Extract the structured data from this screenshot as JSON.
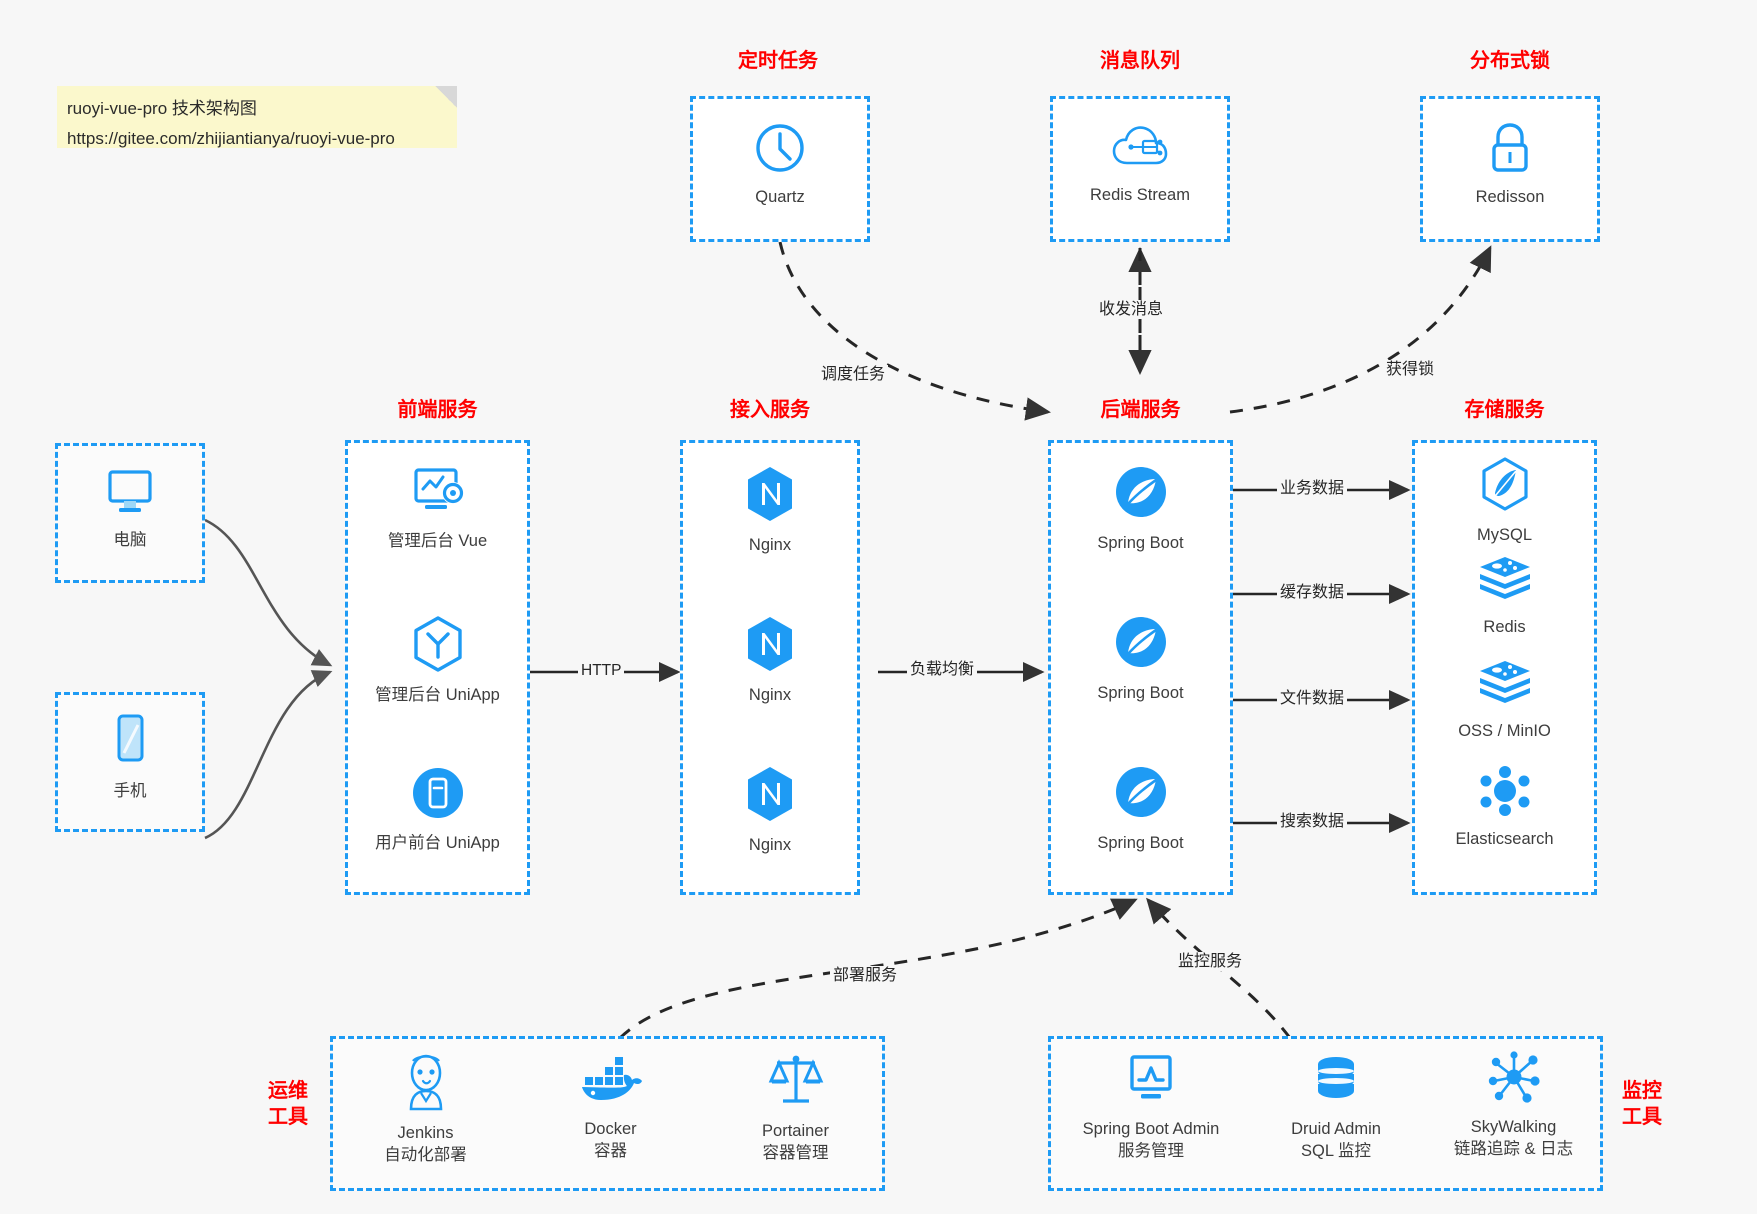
{
  "note": {
    "line1": "ruoyi-vue-pro 技术架构图",
    "line2": "https://gitee.com/zhijiantianya/ruoyi-vue-pro"
  },
  "colors": {
    "accent": "#1e9bf4",
    "title": "#ff0000",
    "text": "#3d3d3d",
    "background": "#f7f7f7",
    "note": "#fbf8cc",
    "edge": "#333333",
    "client_edge": "#4a4a4a"
  },
  "groups": {
    "scheduled_task": {
      "title": "定时任务",
      "items": [
        {
          "label": "Quartz",
          "icon": "clock-icon"
        }
      ]
    },
    "message_queue": {
      "title": "消息队列",
      "items": [
        {
          "label": "Redis Stream",
          "icon": "cloud-stream-icon"
        }
      ]
    },
    "distributed_lock": {
      "title": "分布式锁",
      "items": [
        {
          "label": "Redisson",
          "icon": "padlock-icon"
        }
      ]
    },
    "clients": {
      "items": [
        {
          "label": "电脑",
          "icon": "desktop-monitor-icon"
        },
        {
          "label": "手机",
          "icon": "mobile-phone-icon"
        }
      ]
    },
    "frontend": {
      "title": "前端服务",
      "items": [
        {
          "label": "管理后台 Vue",
          "icon": "dashboard-settings-icon"
        },
        {
          "label": "管理后台 UniApp",
          "icon": "uniapp-hexagon-icon"
        },
        {
          "label": "用户前台 UniApp",
          "icon": "mobile-app-icon"
        }
      ]
    },
    "gateway": {
      "title": "接入服务",
      "items": [
        {
          "label": "Nginx",
          "icon": "nginx-icon"
        },
        {
          "label": "Nginx",
          "icon": "nginx-icon"
        },
        {
          "label": "Nginx",
          "icon": "nginx-icon"
        }
      ]
    },
    "backend": {
      "title": "后端服务",
      "items": [
        {
          "label": "Spring Boot",
          "icon": "spring-boot-icon"
        },
        {
          "label": "Spring Boot",
          "icon": "spring-boot-icon"
        },
        {
          "label": "Spring Boot",
          "icon": "spring-boot-icon"
        }
      ]
    },
    "storage": {
      "title": "存储服务",
      "items": [
        {
          "label": "MySQL",
          "icon": "mysql-dolphin-icon"
        },
        {
          "label": "Redis",
          "icon": "redis-stack-icon"
        },
        {
          "label": "OSS / MinIO",
          "icon": "redis-stack-icon"
        },
        {
          "label": "Elasticsearch",
          "icon": "elasticsearch-icon"
        }
      ]
    },
    "ops_tools": {
      "title_line1": "运维",
      "title_line2": "工具",
      "items": [
        {
          "label": "Jenkins",
          "sublabel": "自动化部署",
          "icon": "jenkins-butler-icon"
        },
        {
          "label": "Docker",
          "sublabel": "容器",
          "icon": "docker-whale-icon"
        },
        {
          "label": "Portainer",
          "sublabel": "容器管理",
          "icon": "portainer-scales-icon"
        }
      ]
    },
    "monitor_tools": {
      "title_line1": "监控",
      "title_line2": "工具",
      "items": [
        {
          "label": "Spring Boot Admin",
          "sublabel": "服务管理",
          "icon": "monitor-chart-icon"
        },
        {
          "label": "Druid Admin",
          "sublabel": "SQL 监控",
          "icon": "database-cylinder-icon"
        },
        {
          "label": "SkyWalking",
          "sublabel": "链路追踪 & 日志",
          "icon": "skywalking-node-icon"
        }
      ]
    }
  },
  "edges": [
    {
      "id": "http",
      "label": "HTTP",
      "from": "frontend",
      "to": "gateway"
    },
    {
      "id": "load-balance",
      "label": "负载均衡",
      "from": "gateway",
      "to": "backend"
    },
    {
      "id": "schedule-task",
      "label": "调度任务",
      "from": "scheduled_task",
      "to": "backend"
    },
    {
      "id": "send-receive-message",
      "label": "收发消息",
      "from": "backend",
      "to": "message_queue"
    },
    {
      "id": "acquire-lock",
      "label": "获得锁",
      "from": "backend",
      "to": "distributed_lock"
    },
    {
      "id": "business-data",
      "label": "业务数据",
      "from": "backend",
      "to": "storage"
    },
    {
      "id": "cache-data",
      "label": "缓存数据",
      "from": "backend",
      "to": "storage"
    },
    {
      "id": "file-data",
      "label": "文件数据",
      "from": "backend",
      "to": "storage"
    },
    {
      "id": "search-data",
      "label": "搜索数据",
      "from": "backend",
      "to": "storage"
    },
    {
      "id": "deploy-service",
      "label": "部署服务",
      "from": "ops_tools",
      "to": "backend"
    },
    {
      "id": "monitor-service",
      "label": "监控服务",
      "from": "monitor_tools",
      "to": "backend"
    }
  ]
}
